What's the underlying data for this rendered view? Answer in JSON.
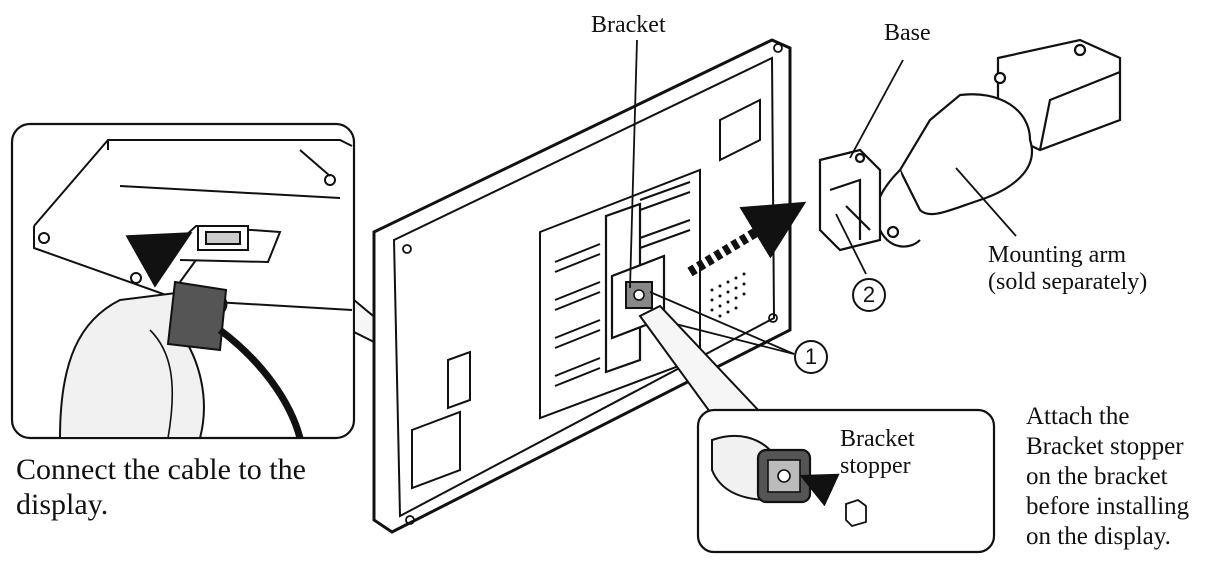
{
  "labels": {
    "bracket": "Bracket",
    "base": "Base",
    "mounting_arm": [
      "Mounting arm",
      "(sold separately)"
    ],
    "marker_1": "1",
    "marker_2": "2",
    "bracket_stopper": [
      "Bracket",
      "stopper"
    ],
    "connect_cable": [
      "Connect the cable to the",
      "display."
    ],
    "attach_note": [
      "Attach the",
      "Bracket stopper",
      "on the bracket",
      "before installing",
      "on the display."
    ]
  },
  "colors": {
    "line": "#111111",
    "hand_fill": "#f1f1f1",
    "panel_shade": "#f6f6f6"
  },
  "icons": [
    "arrow-icon"
  ]
}
